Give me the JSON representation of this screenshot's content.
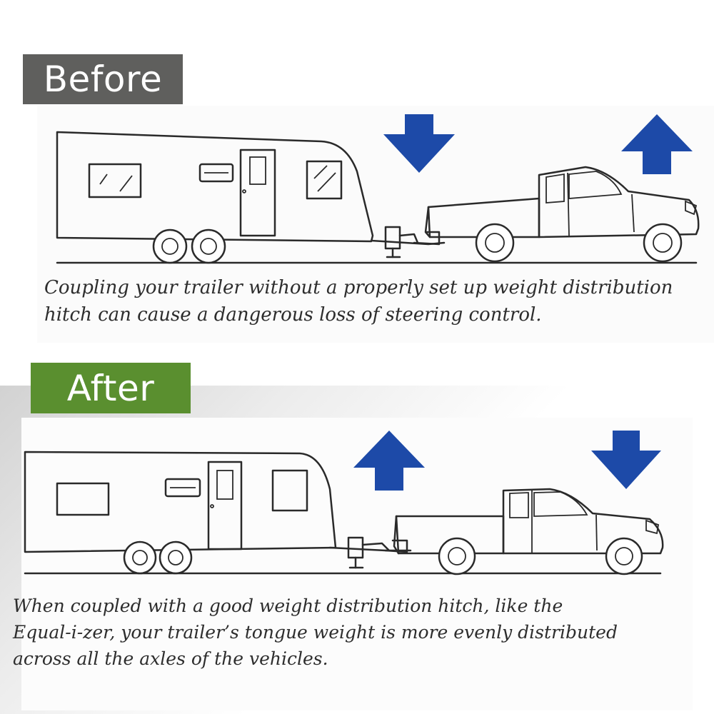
{
  "before": {
    "label": "Before",
    "caption_lines": [
      "Coupling your trailer without a properly set up weight distribution",
      "hitch can cause a dangerous loss of steering control."
    ]
  },
  "after": {
    "label": "After",
    "caption_lines": [
      "When coupled with a good weight distribution hitch, like the",
      "Equal-i-zer, your trailer’s tongue weight is more evenly distributed",
      "across all the axles of the vehicles."
    ]
  },
  "colors": {
    "before_label_bg": "#5f5f5d",
    "after_label_bg": "#5a8f2f",
    "arrow_blue": "#1d4aa8"
  },
  "icons": {
    "before_trailer_arrow": "arrow-down-icon",
    "before_truck_arrow": "arrow-up-icon",
    "after_trailer_arrow": "arrow-up-icon",
    "after_truck_arrow": "arrow-down-icon"
  }
}
